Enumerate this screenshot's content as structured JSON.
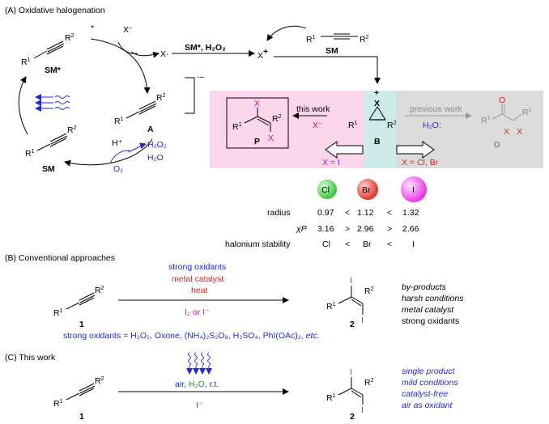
{
  "panel_a": {
    "title": "(A) Oxidative halogenation",
    "sm_star": "SM*",
    "star": "*",
    "x_minus": "X",
    "x_radical": "X·",
    "reagents": "SM*, H₂O₂",
    "x_plus": "X",
    "sm_label": "SM",
    "a_label": "A",
    "h_plus": "H⁺",
    "o2": "O₂",
    "h2o2": "H₂O₂",
    "h2o": "H₂O",
    "dot_minus": "·–",
    "this_work": "this work",
    "previous_work": "previous work",
    "x_minus_2": "X",
    "h2o_colon": "H₂O:",
    "p_label": "P",
    "b_label": "B",
    "d_label": "D",
    "x_eq_i": "X = I",
    "x_eq_clbr": "X = Cl, Br",
    "plus_sign": "+",
    "r1": "R",
    "r2": "R",
    "sup1": "1",
    "sup2": "2",
    "x": "X",
    "o": "O"
  },
  "halogen_table": {
    "columns": [
      "Cl",
      "Br",
      "I"
    ],
    "rows": [
      {
        "label": "radius",
        "values": [
          "0.97",
          "1.12",
          "1.32"
        ],
        "ops": [
          "<",
          "<"
        ]
      },
      {
        "label": "χP",
        "values": [
          "3.16",
          "2.96",
          "2.66"
        ],
        "ops": [
          ">",
          ">"
        ]
      },
      {
        "label": "halonium stability",
        "values": [
          "Cl",
          "Br",
          "I"
        ],
        "ops": [
          "<",
          "<"
        ]
      }
    ],
    "colors": {
      "Cl": "#3ec83e",
      "Br": "#e53b32",
      "I": "#e641e6"
    }
  },
  "panel_b": {
    "title": "(B) Conventional approaches",
    "cond1": "strong oxidants",
    "cond2": "metal catalyst",
    "cond3": "heat",
    "below": "I₂ or I⁻",
    "sm_num": "1",
    "prod_num": "2",
    "notes": [
      "by-products",
      "harsh conditions",
      "metal catalyst",
      "strong oxidants"
    ],
    "footnote_pre": "strong oxidants = H₂O₂, Oxone, (NH₄)₂S₂O₈, H₂SO₄, PhI(OAc)₂, ",
    "footnote_etc": "etc."
  },
  "panel_c": {
    "title": "(C) This work",
    "cond_air": "air, ",
    "cond_h2o": "H₂O",
    "cond_rt": ", r.t.",
    "below": "I⁻",
    "sm_num": "1",
    "prod_num": "2",
    "notes": [
      "single product",
      "mild conditions",
      "catalyst-free",
      "air as oxidant"
    ]
  }
}
